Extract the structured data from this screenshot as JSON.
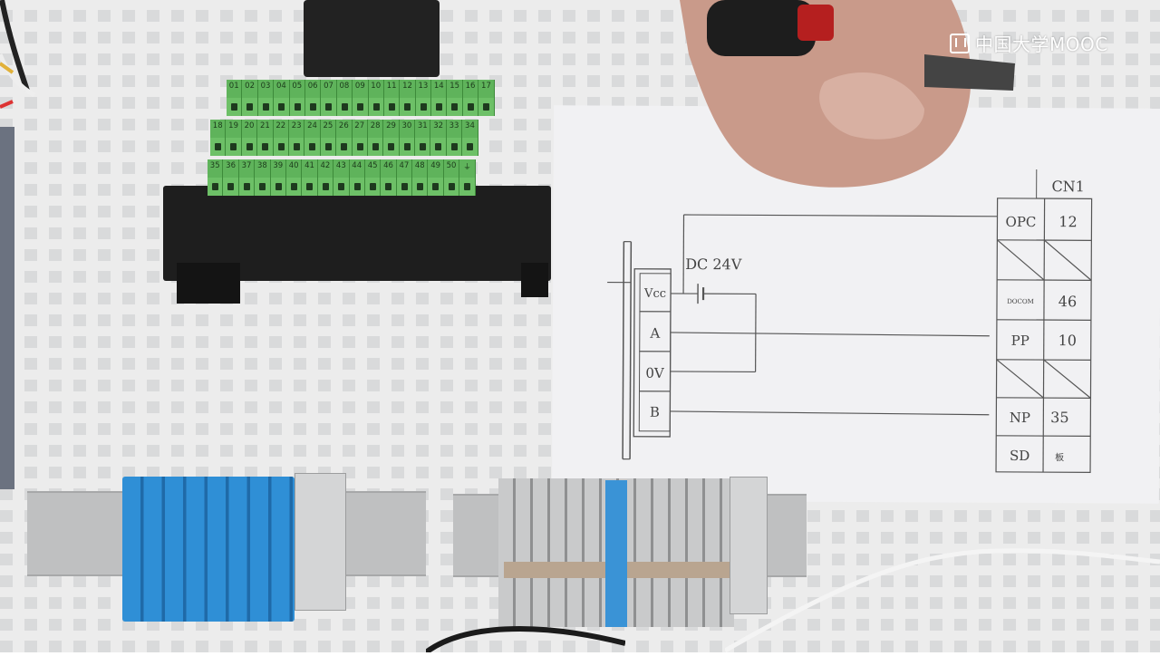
{
  "watermark": {
    "text": "中国大学MOOC"
  },
  "terminal_numbers": {
    "row1": [
      "01",
      "02",
      "03",
      "04",
      "05",
      "06",
      "07",
      "08",
      "09",
      "10",
      "11",
      "12",
      "13",
      "14",
      "15",
      "16",
      "17"
    ],
    "row2": [
      "18",
      "19",
      "20",
      "21",
      "22",
      "23",
      "24",
      "25",
      "26",
      "27",
      "28",
      "29",
      "30",
      "31",
      "32",
      "33",
      "34"
    ],
    "row3": [
      "35",
      "36",
      "37",
      "38",
      "39",
      "40",
      "41",
      "42",
      "43",
      "44",
      "45",
      "46",
      "47",
      "48",
      "49",
      "50",
      "⏚"
    ]
  },
  "diagram": {
    "header": "CN1",
    "supply_label": "DC 24V",
    "encoder_terminals": [
      "Vcc",
      "A",
      "0V",
      "B"
    ],
    "table_rows": [
      {
        "signal": "OPC",
        "pin": "12"
      },
      {
        "signal": "",
        "pin": ""
      },
      {
        "signal": "DOCOM",
        "pin": "46"
      },
      {
        "signal": "PP",
        "pin": "10"
      },
      {
        "signal": "",
        "pin": ""
      },
      {
        "signal": "NP",
        "pin": "35"
      },
      {
        "signal": "SD",
        "pin": "板"
      }
    ]
  },
  "colors": {
    "terminal_green": "#5fb35b",
    "terminal_blue": "#2f8fd6",
    "terminal_grey": "#c9cacb",
    "panel_white": "#ececec",
    "paper": "#f1f1f3",
    "ink": "#444444",
    "skin": "#c99a8a"
  }
}
